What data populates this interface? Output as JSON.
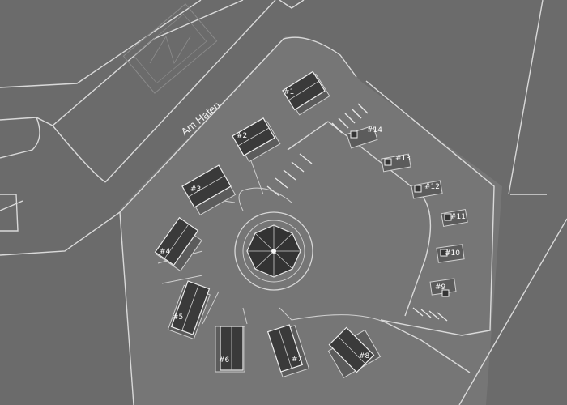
{
  "map": {
    "street_label": "Am Hafen",
    "colors": {
      "background": "#6b6b6b",
      "lot": "#767676",
      "lines": "#d9d9d9",
      "roof": "#3a3a3a"
    },
    "houses": [
      "#1",
      "#2",
      "#3",
      "#4",
      "#5",
      "#6",
      "#7",
      "#8"
    ],
    "cabins": [
      "#9",
      "#10",
      "#11",
      "#12",
      "#13",
      "#14"
    ],
    "pavilion_icon": "octagon-pavilion-icon",
    "sports_field_icon": "sports-court-icon"
  }
}
